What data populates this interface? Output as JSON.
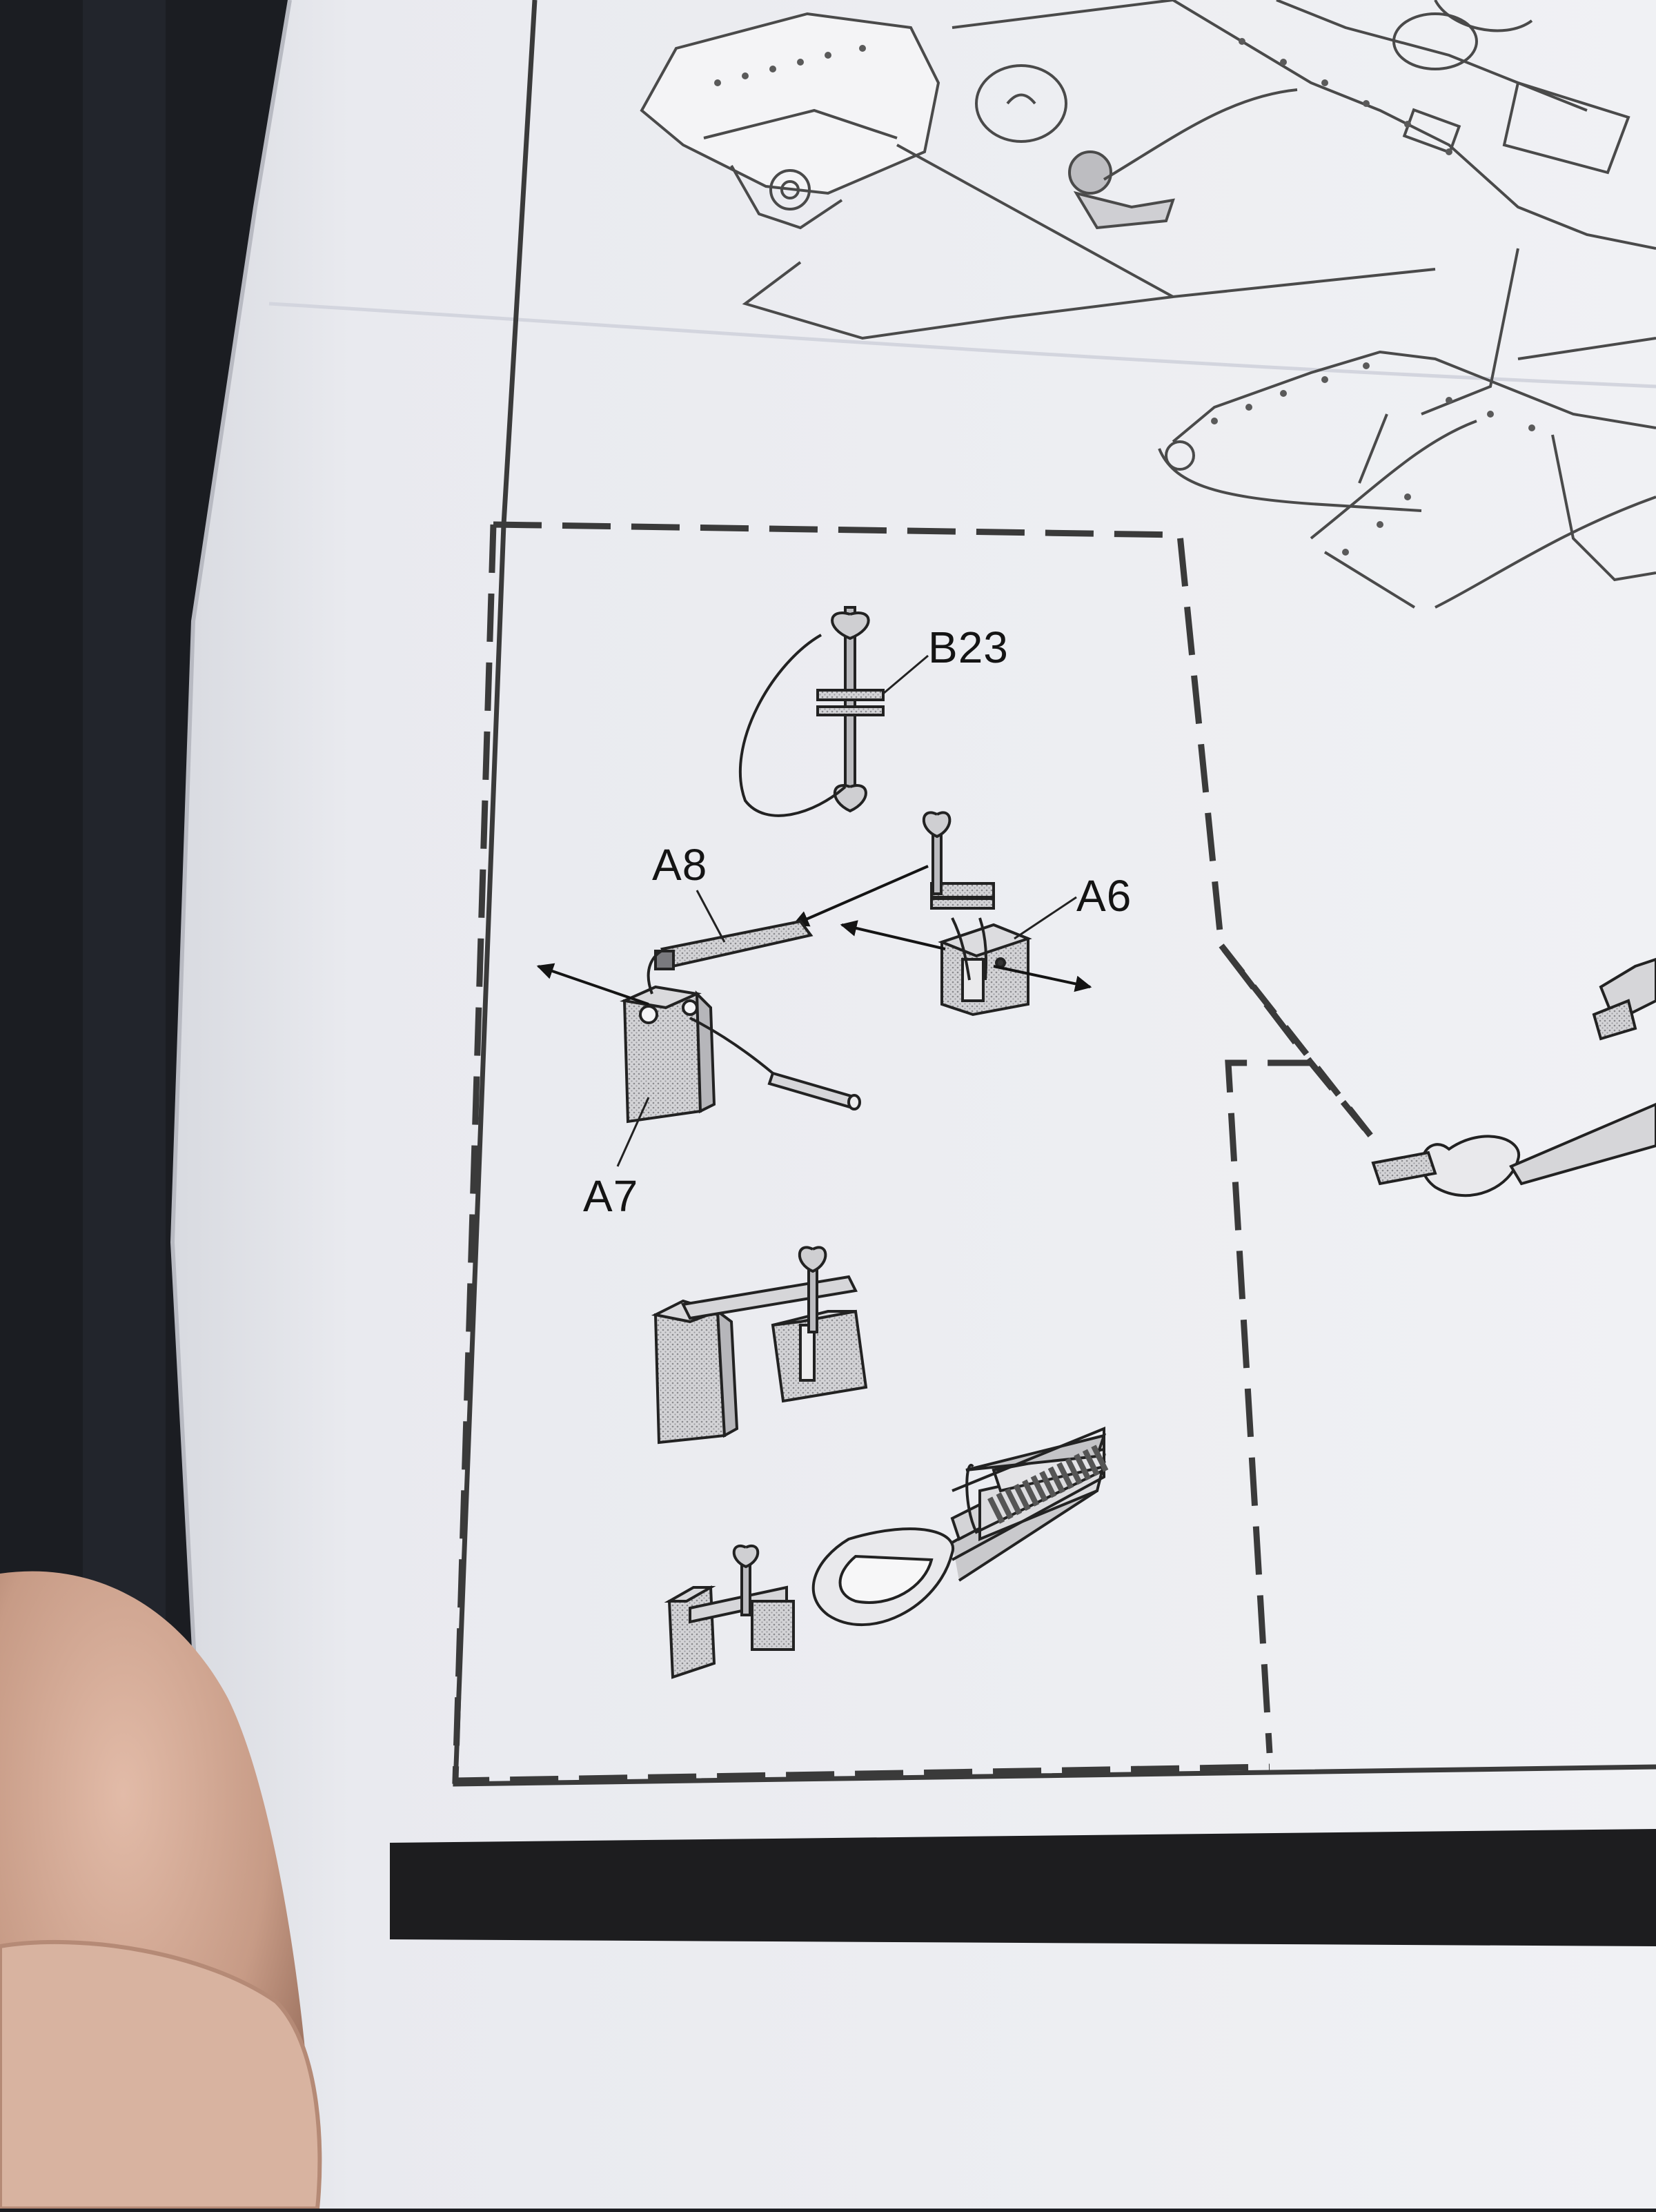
{
  "diagram": {
    "labels": {
      "b23": "B23",
      "a8": "A8",
      "a6": "A6",
      "a7": "A7"
    }
  },
  "colors": {
    "paper": "#eeeff3",
    "ink": "#1c1c1c",
    "part_fill": "#c9c9cc",
    "background": "#1b1d22",
    "skin": "#c79b86"
  }
}
